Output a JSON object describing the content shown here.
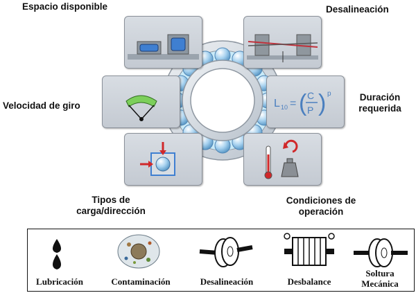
{
  "factors": {
    "espacio": "Espacio disponible",
    "desalineacion": "Desalineación",
    "velocidad": "Velocidad de giro",
    "duracion_l1": "Duración",
    "duracion_l2": "requerida",
    "tipos_l1": "Tipos de",
    "tipos_l2": "carga/dirección",
    "condiciones_l1": "Condiciones de",
    "condiciones_l2": "operación"
  },
  "formula": {
    "l": "L",
    "sub": "10",
    "eq": "=",
    "c": "C",
    "p": "P",
    "exp": "p"
  },
  "failures": {
    "lubricacion": "Lubricación",
    "contaminacion": "Contaminación",
    "desalineacion": "Desalineación",
    "desbalance": "Desbalance",
    "soltura_l1": "Soltura",
    "soltura_l2": "Mecánica"
  },
  "colors": {
    "ball": "#a9d3f0",
    "ring": "#d2d9e0",
    "formula": "#4a7fbf",
    "red": "#d0282a",
    "green": "#7ccf5a"
  }
}
